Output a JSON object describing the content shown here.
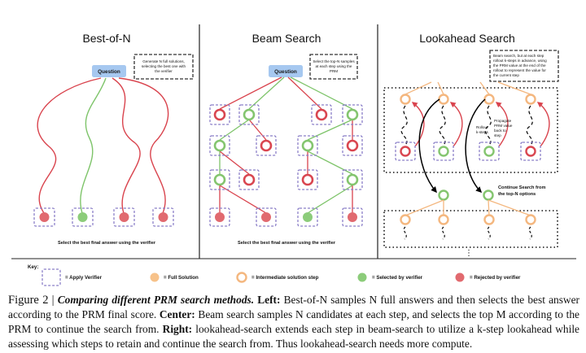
{
  "panels": {
    "left": {
      "title": "Best-of-N",
      "question": "Question",
      "note": [
        "Generate N full solutions,",
        "selecting the best one with",
        "the verifier"
      ],
      "footer": "Select the best final answer using the verifier"
    },
    "center": {
      "title": "Beam Search",
      "question": "Question",
      "note": [
        "Select the top-N samples",
        "at each step using the",
        "PRM"
      ],
      "footer": "Select the best final answer using the verifier"
    },
    "right": {
      "title": "Lookahead Search",
      "note": [
        "Beam search, but at each step",
        "rollout k-steps in advance, using",
        "the PRM value at the end of the",
        "rollout to represent the value for",
        "the current step"
      ],
      "rollout": [
        "Rollout",
        "k-steps"
      ],
      "propagate": [
        "Propagate",
        "PRM value",
        "back to",
        "step"
      ],
      "continue": [
        "Continue Search from",
        "the top-N options"
      ],
      "ellipsis": "⋮"
    }
  },
  "key": {
    "title": "Key:",
    "items": [
      {
        "label": "= Apply Verifier"
      },
      {
        "label": "= Full Solution"
      },
      {
        "label": "= Intermediate solution step"
      },
      {
        "label": "= Selected by verifier"
      },
      {
        "label": "= Rejected by verifier"
      }
    ]
  },
  "colors": {
    "question_fill": "#a6c8f0",
    "red_edge": "#d9434d",
    "red_fill": "#e16a6f",
    "red_ring": "#d94650",
    "green_edge": "#7ec46a",
    "green_fill": "#8ccc7a",
    "green_ring": "#84c56f",
    "orange_ring": "#f4b77f",
    "orange_fill": "#f7c28a",
    "verifier_box": "#8b7fc8",
    "divider": "#222222"
  },
  "caption": {
    "label": "Figure 2",
    "bar": "|",
    "bold_title": "Comparing different PRM search methods.",
    "left_label": "Left:",
    "left_text": "Best-of-N samples N full answers and then selects the best answer according to the PRM final score.",
    "center_label": "Center:",
    "center_text": "Beam search samples N candidates at each step, and selects the top M according to the PRM to continue the search from.",
    "right_label": "Right:",
    "right_text": "lookahead-search extends each step in beam-search to utilize a k-step lookahead while assessing which steps to retain and continue the search from. Thus lookahead-search needs more compute."
  }
}
